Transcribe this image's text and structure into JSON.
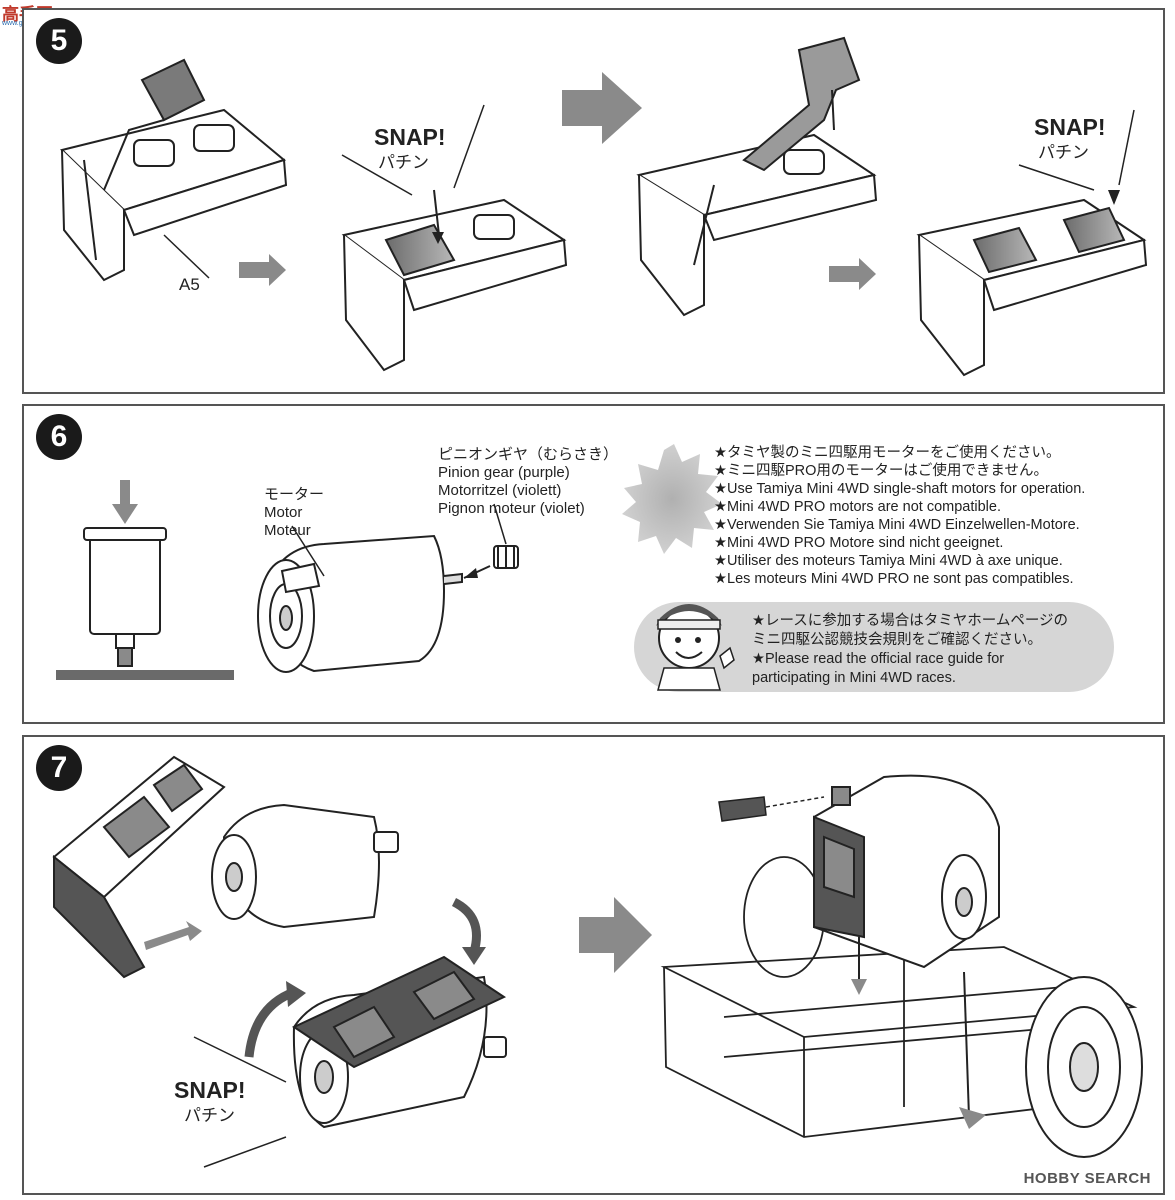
{
  "watermark": {
    "site": "高手网",
    "url": "www.gaoshou.com"
  },
  "step5": {
    "number": "5",
    "part_label": "A5",
    "snap1": {
      "en": "SNAP!",
      "ja": "パチン"
    },
    "snap2": {
      "en": "SNAP!",
      "ja": "パチン"
    }
  },
  "step6": {
    "number": "6",
    "motor_label": {
      "ja": "モーター",
      "en": "Motor",
      "fr": "Moteur"
    },
    "pinion_label": {
      "ja": "ピニオンギヤ（むらさき）",
      "en": "Pinion gear (purple)",
      "de": "Motorritzel (violett)",
      "fr": "Pignon moteur (violet)"
    },
    "notes": [
      "★タミヤ製のミニ四駆用モーターをご使用ください。",
      "★ミニ四駆PRO用のモーターはご使用できません。",
      "★Use Tamiya Mini 4WD single-shaft motors for operation.",
      "★Mini 4WD PRO motors are not compatible.",
      "★Verwenden Sie Tamiya Mini 4WD Einzelwellen-Motore.",
      "★Mini 4WD PRO Motore sind nicht geeignet.",
      "★Utiliser des moteurs Tamiya Mini 4WD à axe unique.",
      "★Les moteurs Mini 4WD PRO ne sont pas compatibles."
    ],
    "race_notes": [
      "★レースに参加する場合はタミヤホームページの",
      "ミニ四駆公認競技会規則をご確認ください。",
      "★Please read the official race guide for",
      "participating in Mini 4WD races."
    ]
  },
  "step7": {
    "number": "7",
    "snap": {
      "en": "SNAP!",
      "ja": "パチン"
    }
  },
  "footer": {
    "brand": "HOBBY SEARCH"
  },
  "colors": {
    "ink": "#222222",
    "arrow_gray": "#8a8a8a",
    "dark_gray": "#555555",
    "bubble": "#d6d6d6",
    "watermark_red": "#c0392b"
  }
}
